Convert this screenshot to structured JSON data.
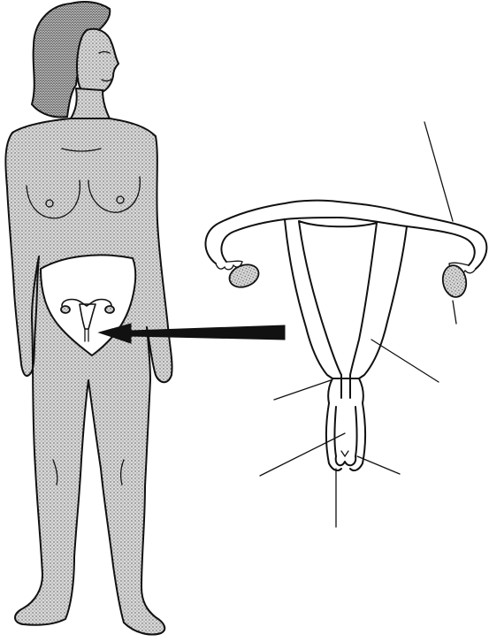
{
  "figure": {
    "description_labels": [],
    "leader_lines": [
      "fallopian-tube-line",
      "ovary-line",
      "uterus-line",
      "cervix-line",
      "vagina-line",
      "labia-line",
      "opening-line"
    ]
  },
  "colors": {
    "ink": "#111111",
    "skin_stipple": "#9a9a9a",
    "background": "#ffffff"
  }
}
